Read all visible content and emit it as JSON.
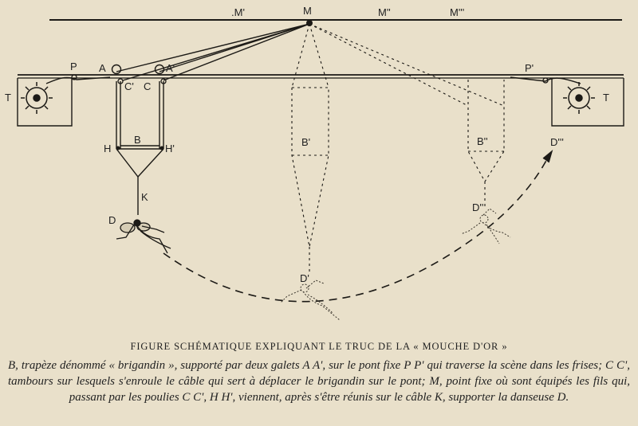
{
  "figure": {
    "labels": {
      "M1": ".M'",
      "M": "M",
      "M2": "M''",
      "M3": "M'''",
      "P": "P",
      "P1": "P'",
      "A": "A",
      "A1": "A'",
      "C": "C",
      "C1": "C'",
      "T_left": "T",
      "T_right": "T",
      "H": "H",
      "H1": "H'",
      "B": "B",
      "B1": "B'",
      "B2": "B''",
      "K": "K",
      "D": "D",
      "D1": "D'",
      "D2": "D''",
      "D3": "D'''"
    }
  },
  "caption": {
    "title": "FIGURE SCHÉMATIQUE EXPLIQUANT LE TRUC DE LA « MOUCHE D'OR »",
    "body": "B, trapèze dénommé « brigandin », supporté par deux galets A A', sur le pont fixe P P' qui traverse la scène dans les frises; C C', tambours sur lesquels s'enroule le câble qui sert à déplacer le brigandin sur le pont; M, point fixe où sont équipés les fils qui, passant par les poulies C C', H H', viennent, après s'être réunis sur le câble K, supporter la danseuse D."
  }
}
